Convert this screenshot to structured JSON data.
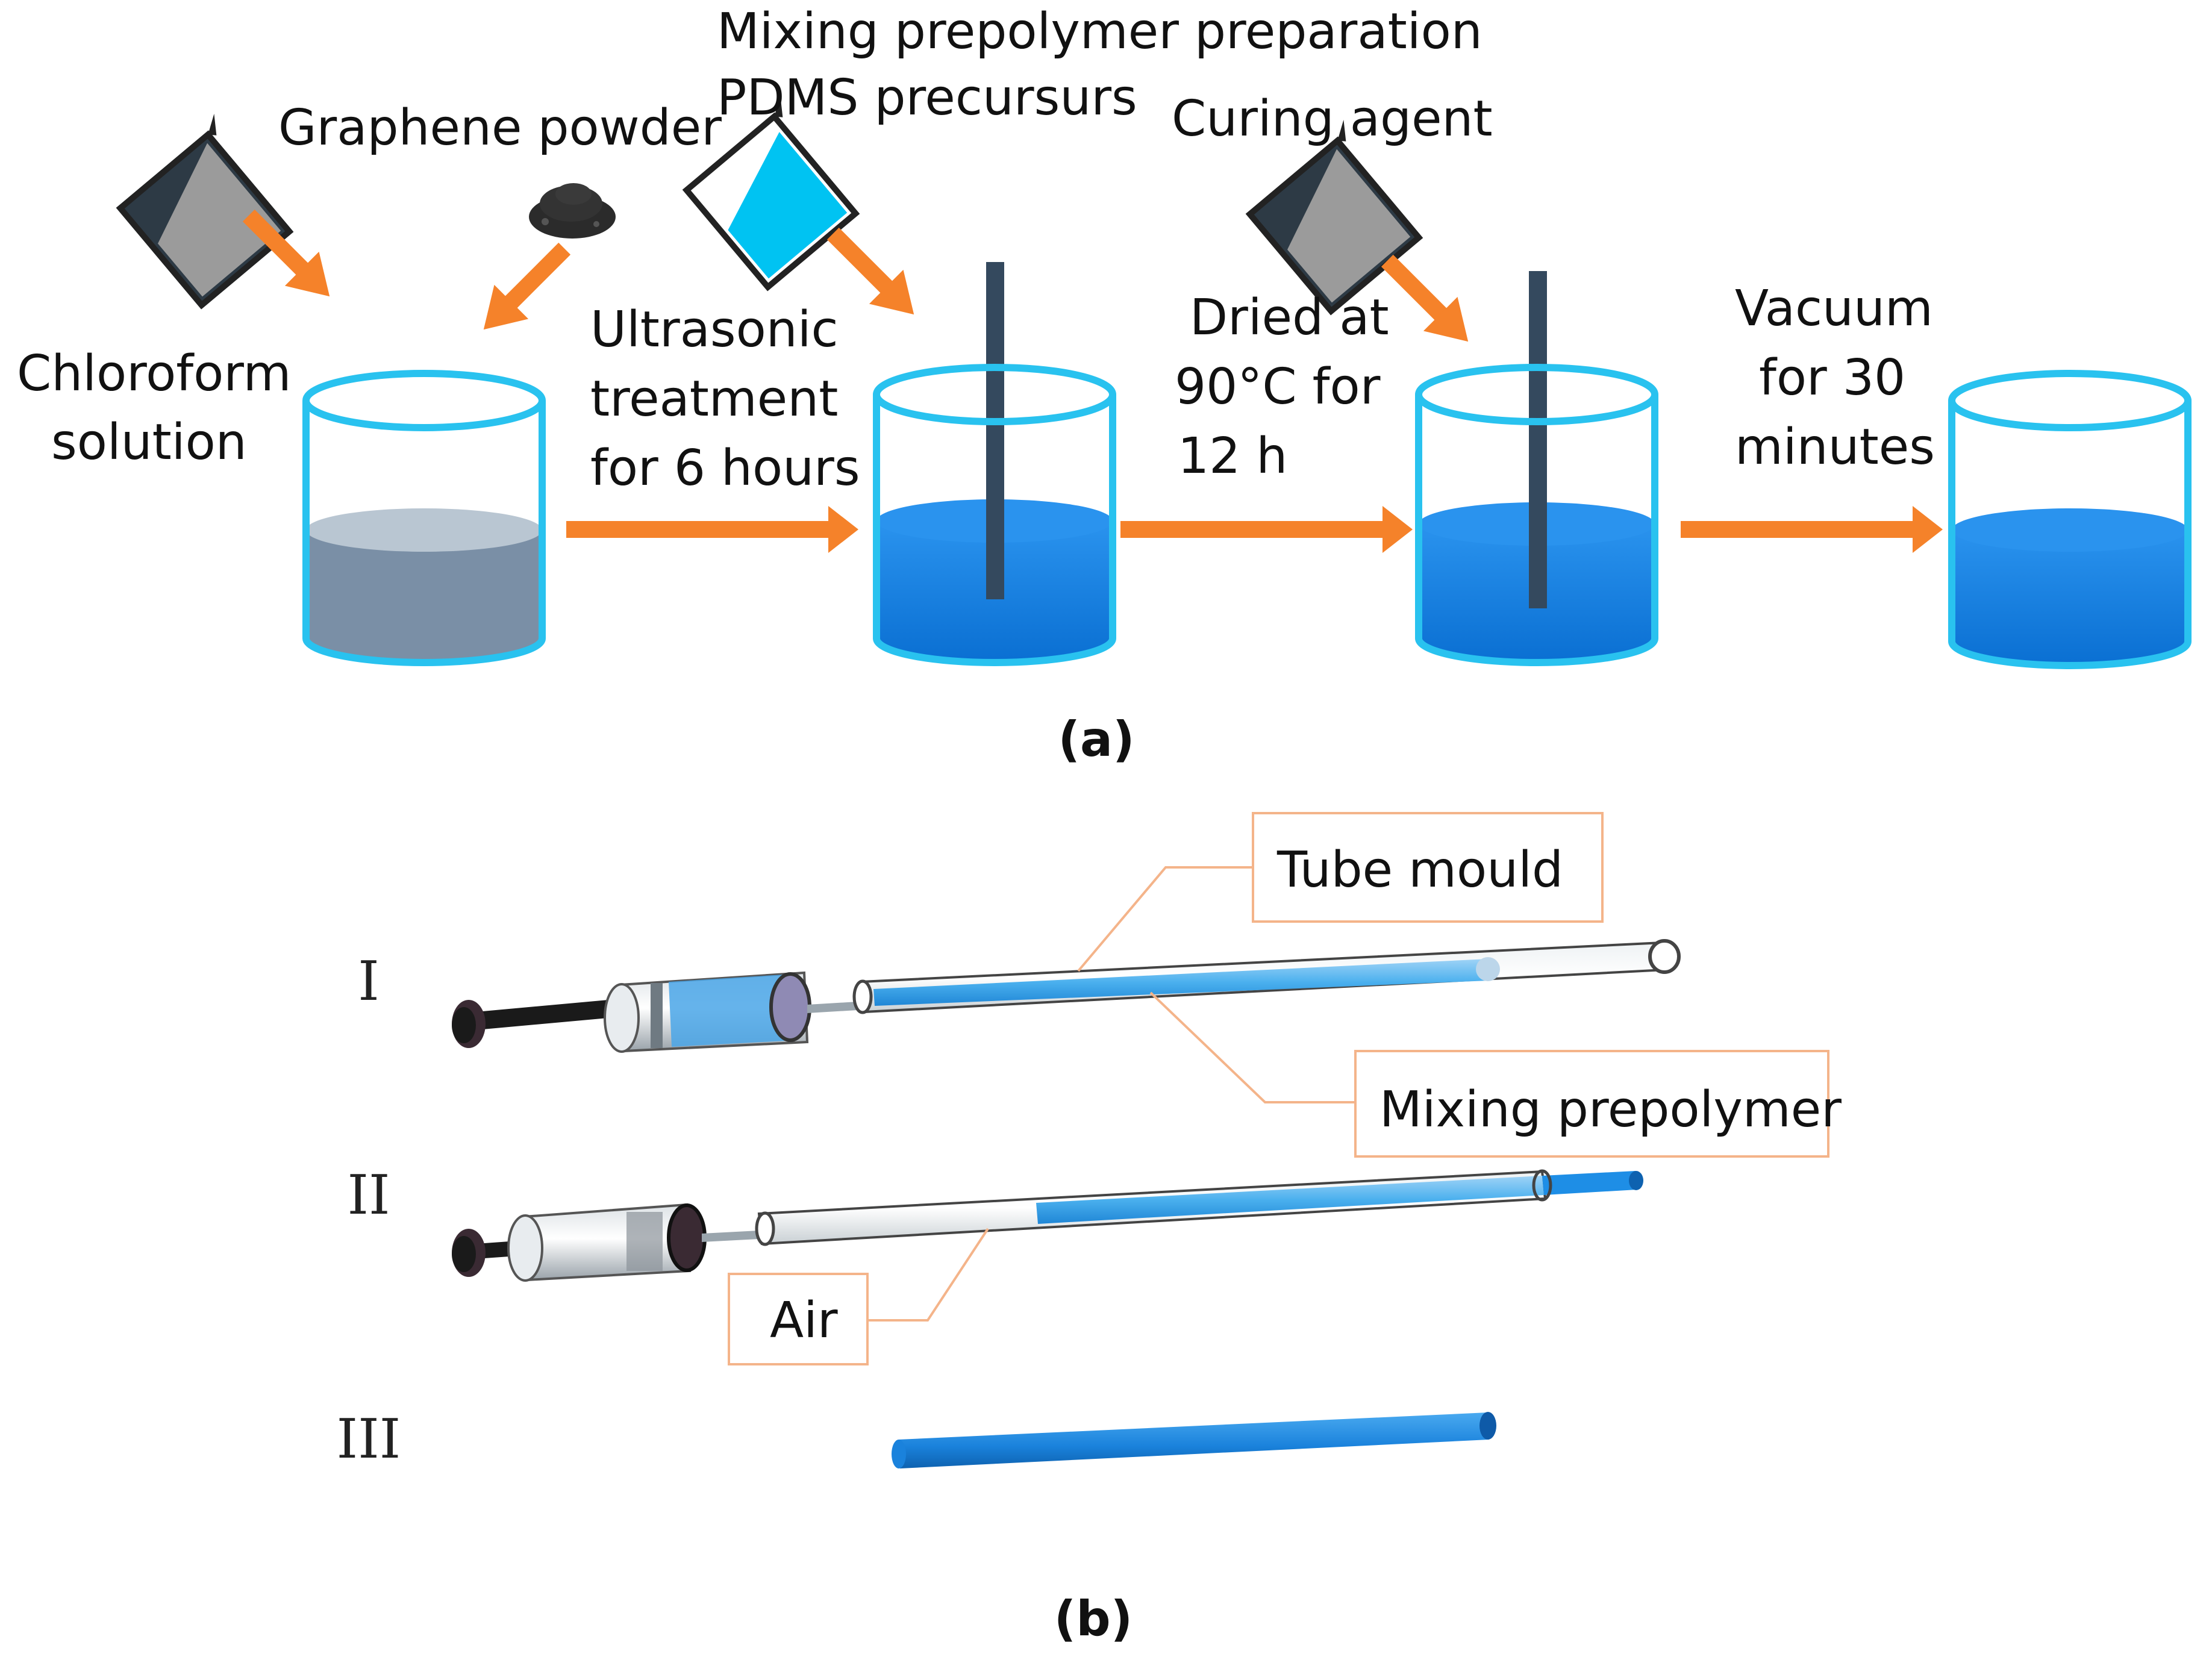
{
  "panel_a": {
    "caption": "(a)",
    "labels": {
      "mixing_prep": "Mixing prepolymer preparation",
      "pdms": "PDMS precursurs",
      "graphene": "Graphene powder",
      "curing": "Curing agent",
      "chloroform_1": "Chloroform",
      "chloroform_2": "solution",
      "ultra_1": "Ultrasonic",
      "ultra_2": "treatment",
      "ultra_3": "for 6 hours",
      "dried_1": "Dried at",
      "dried_2": "90°C for",
      "dried_3": "12 h",
      "vac_1": "Vacuum",
      "vac_2": "for 30",
      "vac_3": "minutes"
    }
  },
  "panel_b": {
    "caption": "(b)",
    "rows": [
      "I",
      "II",
      "III"
    ],
    "labels": {
      "tube_mould": "Tube mould",
      "mixing_prepolymer": "Mixing prepolymer",
      "air": "Air"
    }
  },
  "colors": {
    "arrow": "#f5822a",
    "beaker_rim": "#29c2ef",
    "liquid_gray": "#7a8fa6",
    "liquid_blue": "#0a7be0",
    "stirrer": "#34495e",
    "callout": "#f4b48a",
    "tube_blue": "#1e8ee6"
  }
}
